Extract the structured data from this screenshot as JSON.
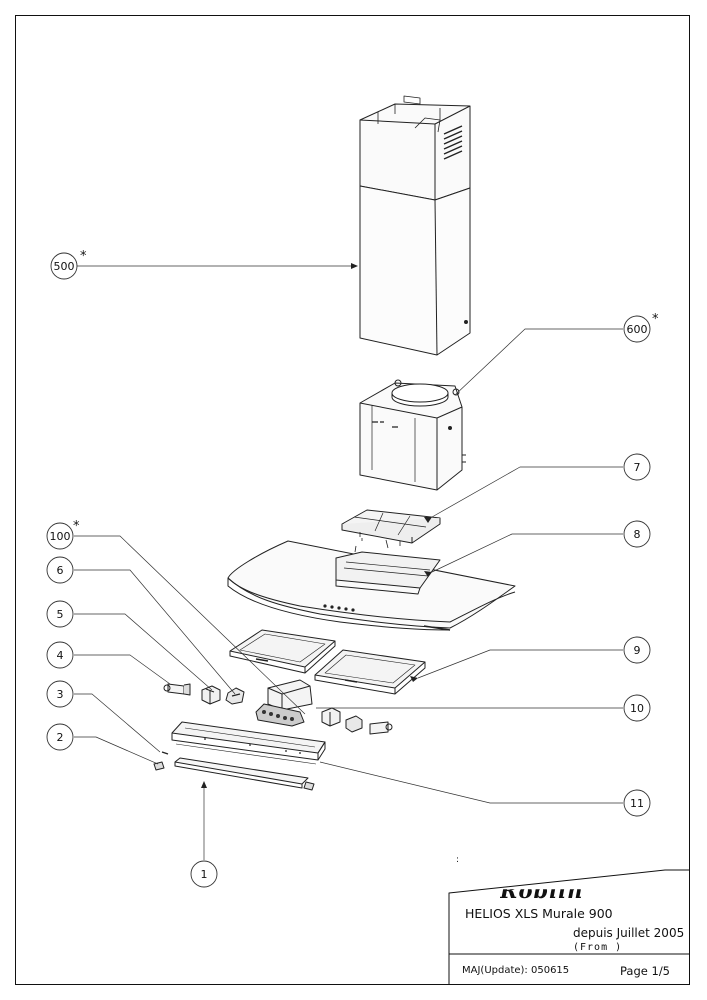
{
  "title_block": {
    "brand_logo": "Roblin",
    "model": "HELIOS XLS Murale 900",
    "since": "depuis Juillet  2005",
    "from": "(From )",
    "update": "MAJ(Update): 050615",
    "page": "Page 1/5",
    "colon": ":"
  },
  "callouts": [
    {
      "id": "500",
      "label": "500",
      "star": "*"
    },
    {
      "id": "600",
      "label": "600",
      "star": "*"
    },
    {
      "id": "7",
      "label": "7",
      "star": ""
    },
    {
      "id": "100",
      "label": "100",
      "star": "*"
    },
    {
      "id": "8",
      "label": "8",
      "star": ""
    },
    {
      "id": "6",
      "label": "6",
      "star": ""
    },
    {
      "id": "5",
      "label": "5",
      "star": ""
    },
    {
      "id": "4",
      "label": "4",
      "star": ""
    },
    {
      "id": "9",
      "label": "9",
      "star": ""
    },
    {
      "id": "3",
      "label": "3",
      "star": ""
    },
    {
      "id": "10",
      "label": "10",
      "star": ""
    },
    {
      "id": "2",
      "label": "2",
      "star": ""
    },
    {
      "id": "11",
      "label": "11",
      "star": ""
    },
    {
      "id": "1",
      "label": "1",
      "star": ""
    }
  ]
}
